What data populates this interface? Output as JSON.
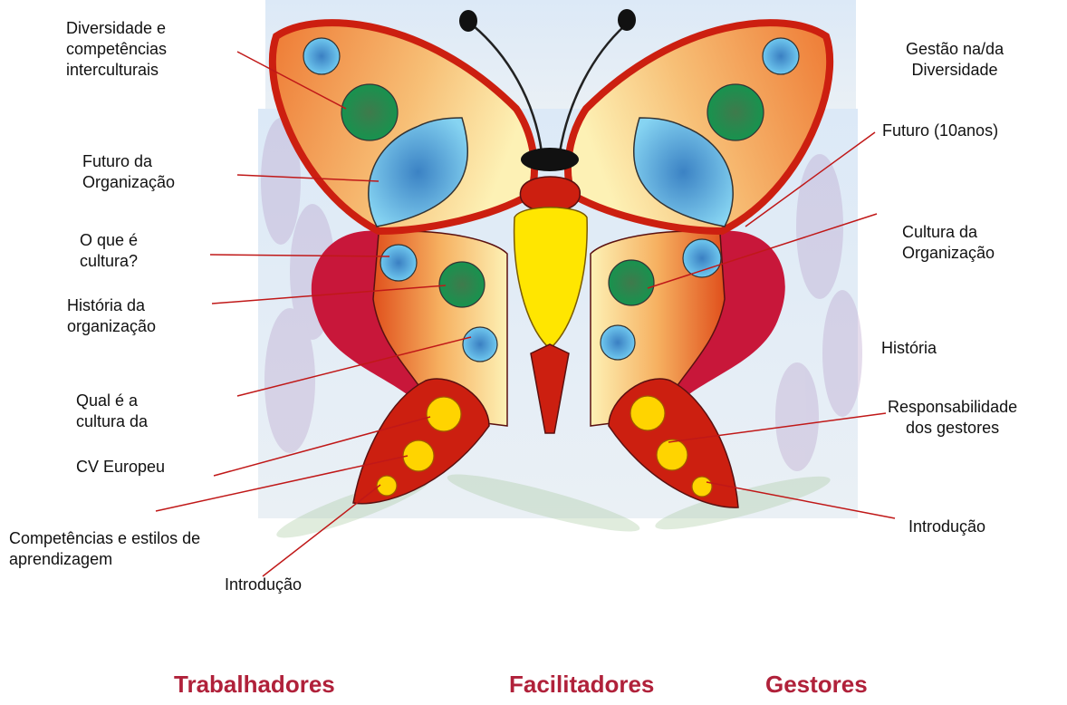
{
  "labels_left": {
    "diversidade": "Diversidade e\ncompetências\ninterculturais",
    "futuro_org": "Futuro da\nOrganização",
    "o_que_cultura": "O que é\ncultura?",
    "historia_org": "História da\norganização",
    "qual_cultura": "Qual é a\ncultura da",
    "cv_europeu": "CV Europeu",
    "competencias": "Competências e estilos de\naprendizagem",
    "introducao": "Introdução"
  },
  "labels_right": {
    "gestao": "Gestão na/da\nDiversidade",
    "futuro_10": "Futuro (10anos)",
    "cultura_org": "Cultura da\nOrganização",
    "historia": "História",
    "responsabilidade": "Responsabilidade\ndos gestores",
    "introducao": "Introdução"
  },
  "categories": {
    "trabalhadores": "Trabalhadores",
    "facilitadores": "Facilitadores",
    "gestores": "Gestores"
  },
  "colors": {
    "wing_red": "#cc1f10",
    "wing_orange": "#f0853a",
    "wing_cream": "#fdf3b0",
    "hind_crimson": "#c8173a",
    "spot_blue": "#5ab6e0",
    "spot_green": "#1b8a4a",
    "spot_yellow": "#ffd400",
    "body_yellow": "#ffe600",
    "category_text": "#b0213a"
  }
}
